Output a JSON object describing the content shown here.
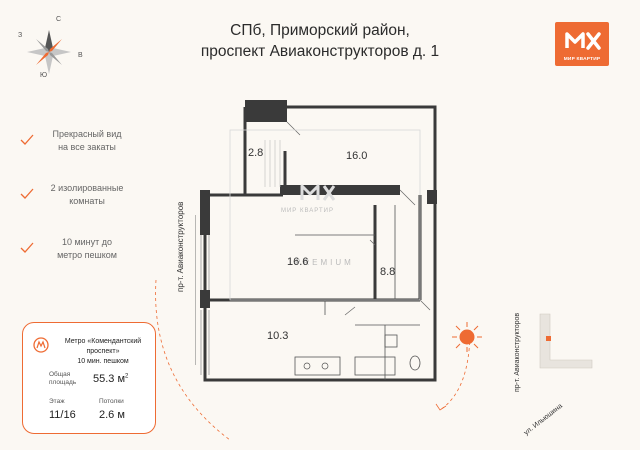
{
  "header": {
    "title_line1": "СПб, Приморский район,",
    "title_line2": "проспект Авиаконструкторов д. 1"
  },
  "logo": {
    "caption": "МИР КВАРТИР",
    "brand_color": "#ee6b33"
  },
  "compass": {
    "n": "С",
    "s": "Ю",
    "w": "З",
    "e": "В"
  },
  "features": [
    {
      "line1": "Прекрасный вид",
      "line2": "на все закаты"
    },
    {
      "line1": "2 изолированные",
      "line2": "комнаты"
    },
    {
      "line1": "10 минут до",
      "line2": "метро пешком"
    }
  ],
  "info": {
    "metro_name": "Метро «Комендантский проспект»",
    "metro_walk": "10 мин. пешком",
    "area_label_1": "Общая",
    "area_label_2": "площадь",
    "area_value": "55.3 м",
    "area_sup": "2",
    "floor_label": "Этаж",
    "floor_value": "11/16",
    "ceiling_label": "Потолки",
    "ceiling_value": "2.6 м"
  },
  "plan": {
    "rooms": [
      "2.8",
      "16.0",
      "16.6",
      "8.8",
      "10.3"
    ],
    "watermark_top": "МИР КВАРТИР",
    "watermark_bottom": "PREMIUM"
  },
  "streets": {
    "left": "пр-т. Авиаконструкторов",
    "right_vertical": "пр-т. Авиаконструкторов",
    "right_diag": "ул. Ильюшина"
  },
  "colors": {
    "accent": "#ee6b33",
    "wall": "#3a3a3a"
  }
}
